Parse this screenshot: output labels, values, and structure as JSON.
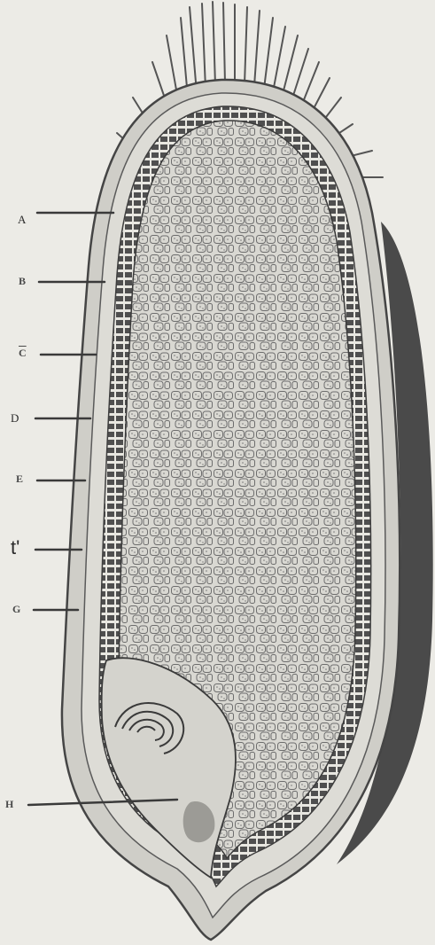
{
  "figure": {
    "labels": {
      "a": "A",
      "b": "B",
      "c": "C",
      "d": "D",
      "e": "E",
      "f": "t'",
      "g": "G",
      "h": "H"
    },
    "colors": {
      "paper": "#ecebe6",
      "ink": "#3a3a3a",
      "shadow": "#4a4a4a"
    }
  }
}
